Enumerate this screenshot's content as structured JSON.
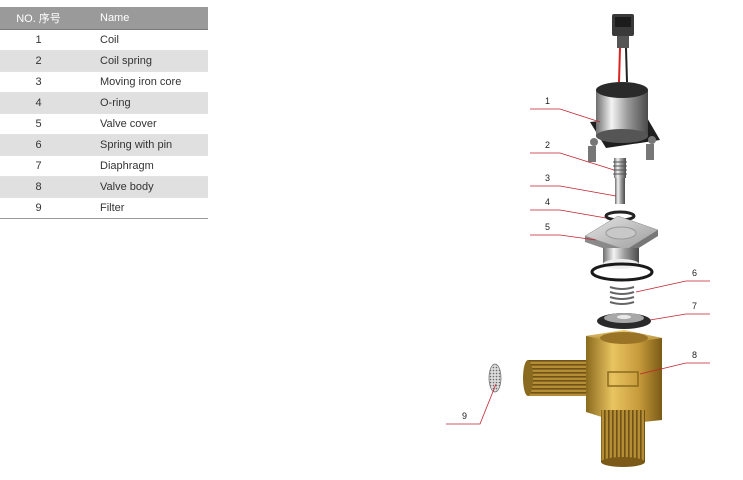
{
  "table": {
    "headers": {
      "no": "NO. 序号",
      "name": "Name"
    },
    "rows": [
      {
        "no": "1",
        "name": "Coil"
      },
      {
        "no": "2",
        "name": "Coil spring"
      },
      {
        "no": "3",
        "name": "Moving iron core"
      },
      {
        "no": "4",
        "name": "O-ring"
      },
      {
        "no": "5",
        "name": "Valve cover"
      },
      {
        "no": "6",
        "name": "Spring with pin"
      },
      {
        "no": "7",
        "name": "Diaphragm"
      },
      {
        "no": "8",
        "name": "Valve body"
      },
      {
        "no": "9",
        "name": "Filter"
      }
    ]
  },
  "callouts": [
    "1",
    "2",
    "3",
    "4",
    "5",
    "6",
    "7",
    "8",
    "9"
  ],
  "colors": {
    "leader": "#c2222e",
    "brass": "#c9a045",
    "header": "#9a9a9a",
    "shade": "#e0e0e0"
  }
}
